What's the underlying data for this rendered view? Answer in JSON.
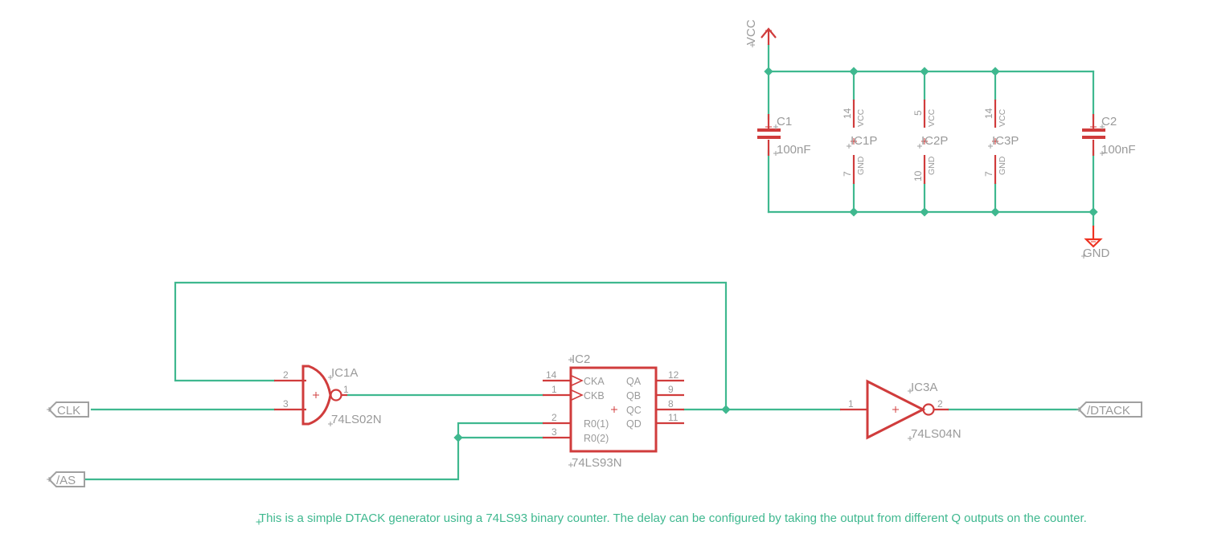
{
  "schematic": {
    "power": {
      "vcc_label": "VCC",
      "gnd_label": "GND"
    },
    "decoupling": [
      {
        "ref": "C1",
        "value": "100nF"
      },
      {
        "ref": "C2",
        "value": "100nF"
      }
    ],
    "power_pins": [
      {
        "ref": "IC1P",
        "vcc_pin": "14",
        "gnd_pin": "7",
        "vcc_name": "VCC",
        "gnd_name": "GND"
      },
      {
        "ref": "IC2P",
        "vcc_pin": "5",
        "gnd_pin": "10",
        "vcc_name": "VCC",
        "gnd_name": "GND"
      },
      {
        "ref": "IC3P",
        "vcc_pin": "14",
        "gnd_pin": "7",
        "vcc_name": "VCC",
        "gnd_name": "GND"
      }
    ],
    "nor_gate": {
      "ref": "IC1A",
      "part": "74LS02N",
      "pins": {
        "in_a": "2",
        "in_b": "3",
        "out": "1"
      }
    },
    "counter": {
      "ref": "IC2",
      "part": "74LS93N",
      "left_pins": [
        {
          "num": "14",
          "name": "CKA"
        },
        {
          "num": "1",
          "name": "CKB"
        },
        {
          "num": "2",
          "name": "R0(1)"
        },
        {
          "num": "3",
          "name": "R0(2)"
        }
      ],
      "right_pins": [
        {
          "num": "12",
          "name": "QA"
        },
        {
          "num": "9",
          "name": "QB"
        },
        {
          "num": "8",
          "name": "QC"
        },
        {
          "num": "11",
          "name": "QD"
        }
      ]
    },
    "inverter": {
      "ref": "IC3A",
      "part": "74LS04N",
      "pins": {
        "in": "1",
        "out": "2"
      }
    },
    "ports": {
      "clk": "CLK",
      "as": "/AS",
      "dtack": "/DTACK"
    },
    "note": "This is a simple DTACK generator using a 74LS93 binary counter. The delay can be configured by taking the output from different Q outputs on the counter.",
    "colors": {
      "wire": "#3fb88f",
      "symbol": "#d03c3c",
      "label": "#9a9a9a",
      "ground_symbol": "#ee3322"
    }
  }
}
